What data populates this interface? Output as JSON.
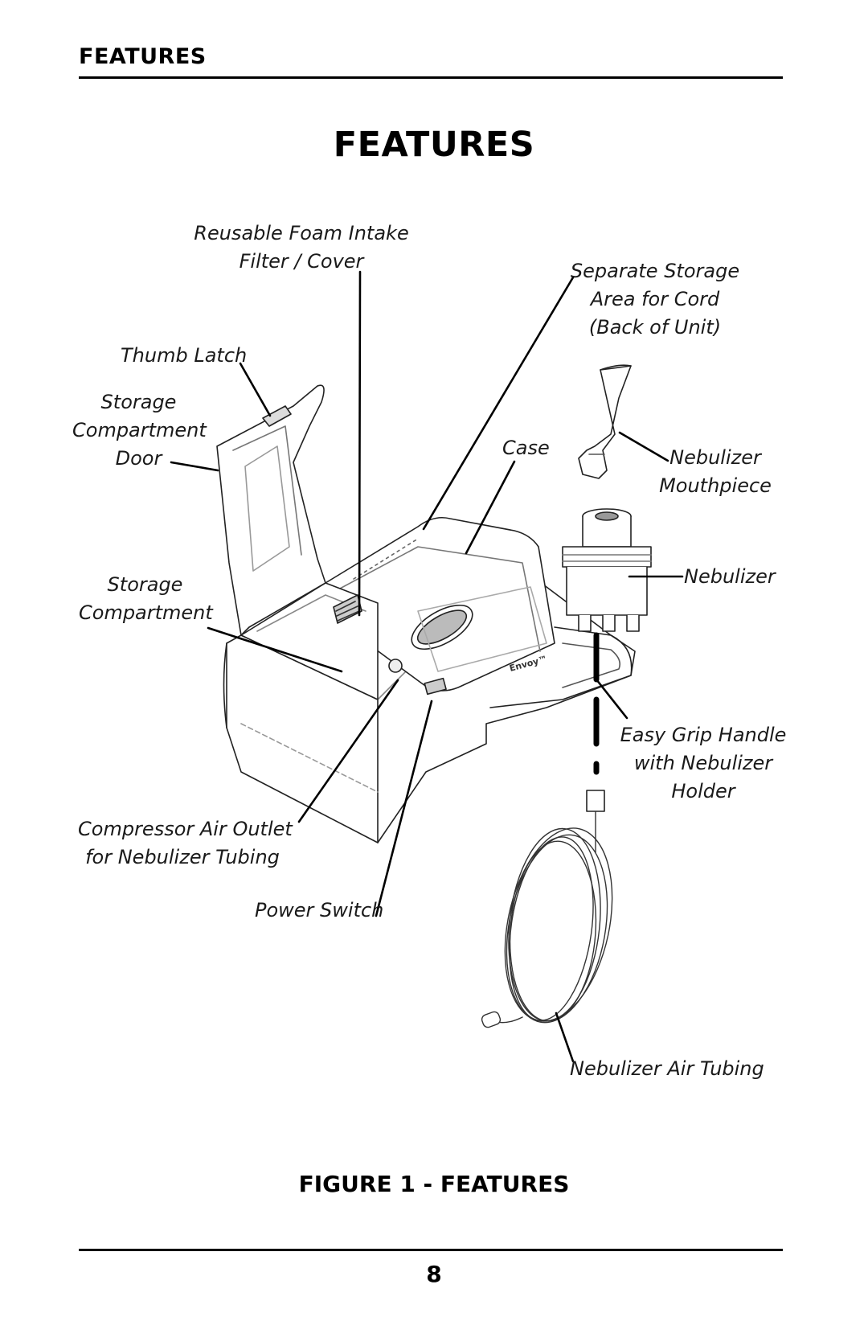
{
  "header": {
    "section_title": "FEATURES"
  },
  "main_title": "FEATURES",
  "labels": {
    "filter": "Reusable Foam Intake\nFilter / Cover",
    "cord_storage": "Separate Storage\nArea for Cord\n(Back of Unit)",
    "thumb_latch": "Thumb Latch",
    "storage_door": "Storage\nCompartment\nDoor",
    "case": "Case",
    "mouthpiece": "Nebulizer\nMouthpiece",
    "nebulizer": "Nebulizer",
    "storage_compartment": "Storage\nCompartment",
    "handle": "Easy Grip Handle\nwith Nebulizer\nHolder",
    "air_outlet": "Compressor Air Outlet\nfor Nebulizer Tubing",
    "power_switch": "Power Switch",
    "air_tubing": "Nebulizer Air Tubing"
  },
  "figure_caption": "FIGURE 1 - FEATURES",
  "page_number": "8"
}
